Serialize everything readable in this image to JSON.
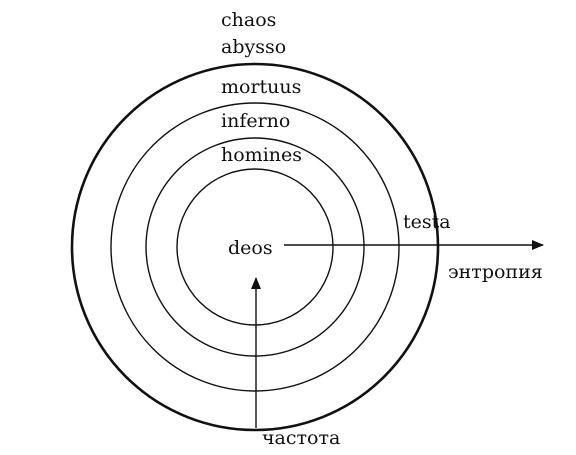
{
  "diagram": {
    "rings": [
      {
        "name": "outer",
        "label": "mortuus"
      },
      {
        "name": "third",
        "label": "inferno"
      },
      {
        "name": "second",
        "label": "homines"
      },
      {
        "name": "inner",
        "label": "deos"
      }
    ],
    "labels": {
      "chaos": "chaos",
      "abysso": "abysso",
      "mortuus": "mortuus",
      "inferno": "inferno",
      "homines": "homines",
      "deos": "deos",
      "testa": "testa"
    },
    "axes": {
      "horizontal_label": "энтропия",
      "vertical_label": "частота"
    },
    "colors": {
      "stroke": "#111111",
      "background": "#ffffff"
    }
  }
}
